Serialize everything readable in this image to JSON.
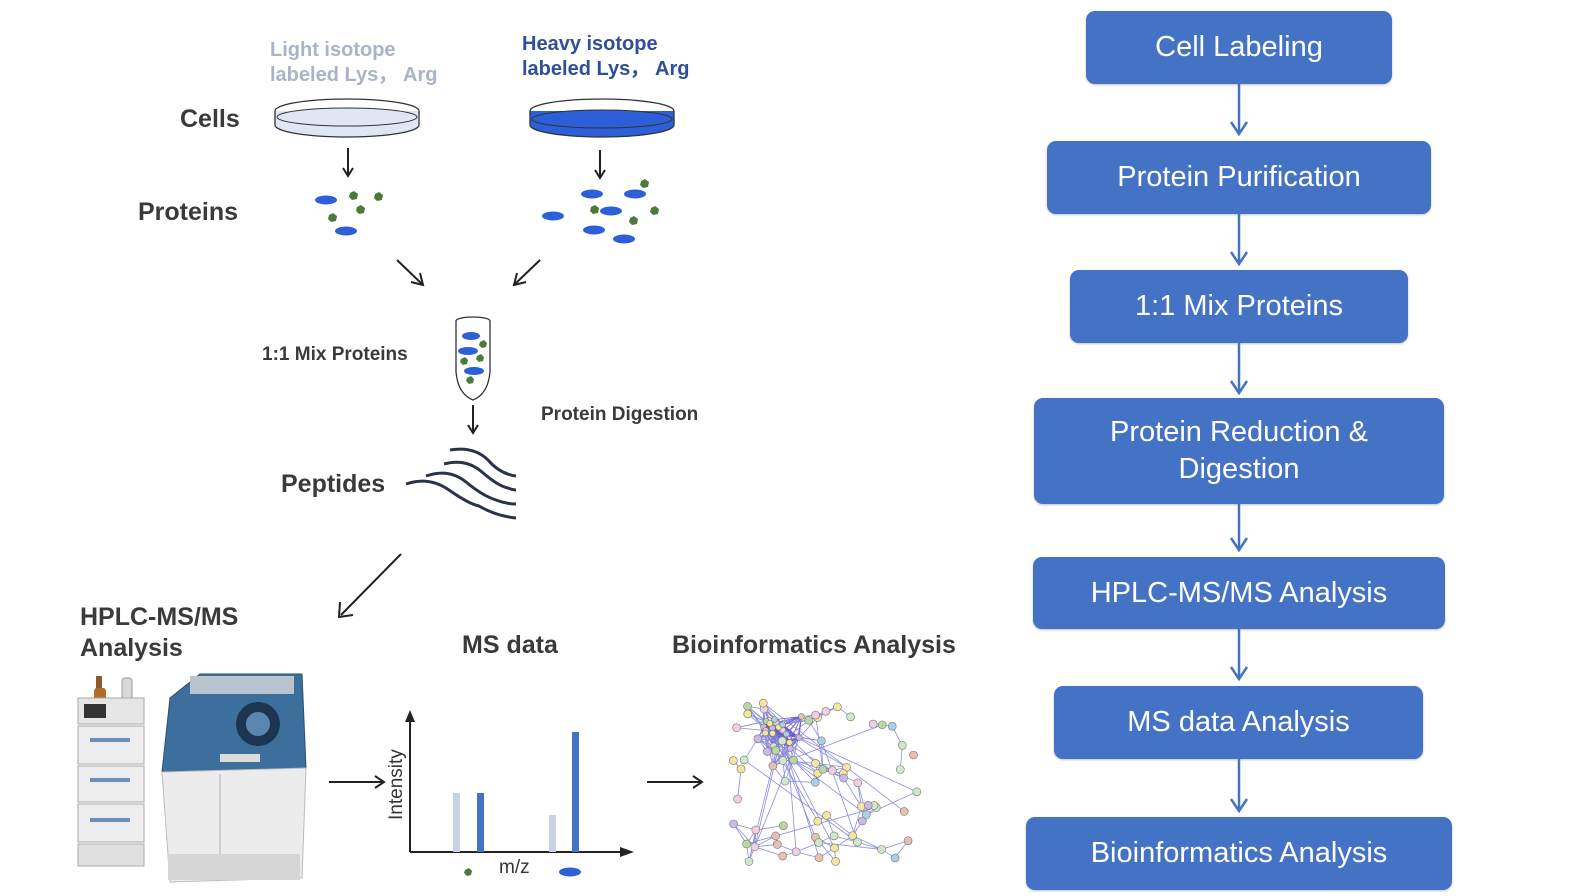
{
  "colors": {
    "accent_blue": "#4472c4",
    "dish_blue": "#2d5fd8",
    "light_isotope_text": "#a9b4c7",
    "heavy_isotope_text": "#2f4f9a",
    "label_text": "#3a3a3a",
    "protein_green": "#4d7a3a",
    "peptide_stroke": "#2b3348",
    "light_peak": "#c9d2e3"
  },
  "left": {
    "light_isotope": [
      "Light isotope",
      "labeled Lys， Arg"
    ],
    "heavy_isotope": [
      "Heavy isotope",
      "labeled Lys， Arg"
    ],
    "cells": "Cells",
    "proteins": "Proteins",
    "mix": "1:1 Mix Proteins",
    "digestion": "Protein Digestion",
    "peptides": "Peptides",
    "hplc": [
      "HPLC-MS/MS",
      "Analysis"
    ],
    "ms_data": "MS data",
    "bioinformatics": "Bioinformatics Analysis",
    "intensity_axis": "Intensity",
    "mz_axis": "m/z"
  },
  "flow": {
    "steps": [
      "Cell Labeling",
      "Protein Purification",
      "1:1 Mix Proteins",
      "Protein Reduction & Digestion",
      "HPLC-MS/MS Analysis",
      "MS data Analysis",
      "Bioinformatics Analysis"
    ]
  }
}
